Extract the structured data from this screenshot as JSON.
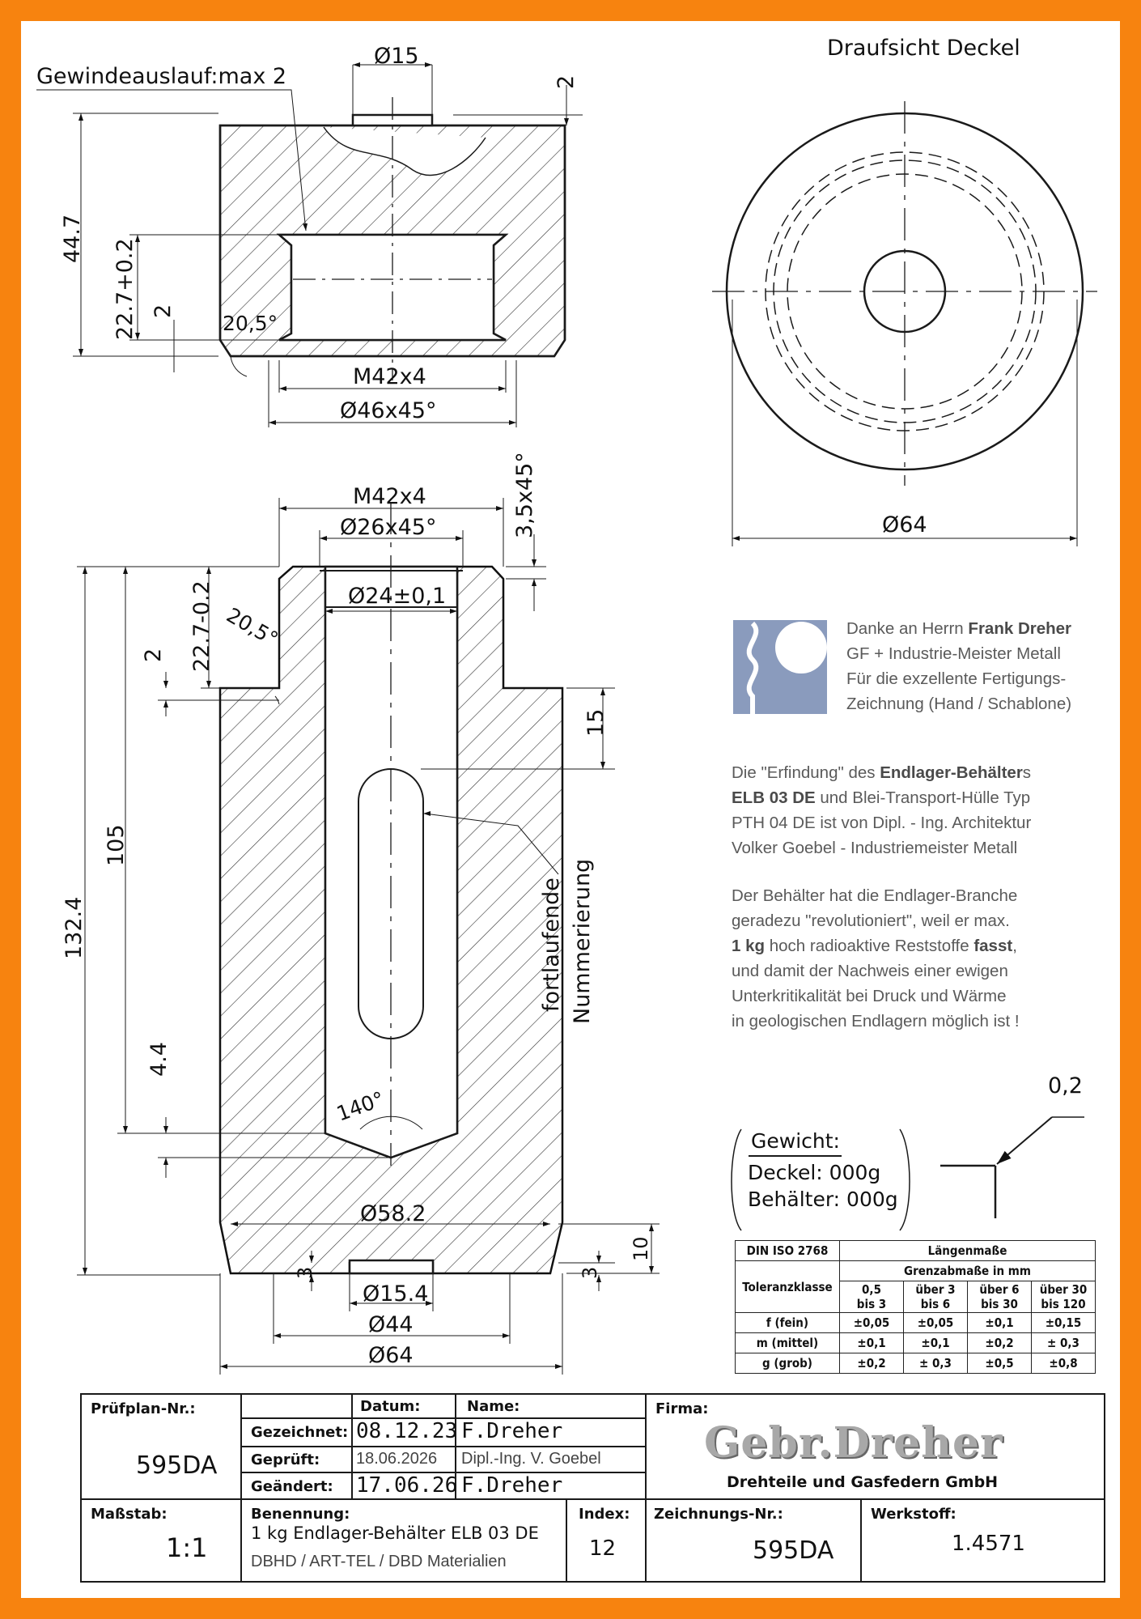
{
  "colors": {
    "frame": "#f7830f",
    "logo": "#8a9bbd",
    "line": "#1a1a1a"
  },
  "drawing": {
    "lid_dims": {
      "thread_runout": "Gewindeauslauf:max 2",
      "d15": "Ø15",
      "two_top": "2",
      "h447": "44.7",
      "h227p": "22.7+0.2",
      "two_left": "2",
      "angle205": "20,5°",
      "m42": "M42x4",
      "d46": "Ø46x45°"
    },
    "top_view": {
      "title": "Draufsicht Deckel",
      "d64": "Ø64"
    },
    "body_dims": {
      "m42": "M42x4",
      "d26": "Ø26x45°",
      "chamfer": "3,5x45°",
      "d24": "Ø24±0,1",
      "h227m": "22.7-0.2",
      "angle205": "20,5°",
      "two": "2",
      "fifteen": "15",
      "h105": "105",
      "h1324": "132.4",
      "h44": "4.4",
      "angle140": "140°",
      "numbering_1": "fortlaufende",
      "numbering_2": "Nummerierung",
      "d582": "Ø58.2",
      "three_left": "3",
      "three_right": "3",
      "ten": "10",
      "d154": "Ø15.4",
      "d44": "Ø44",
      "d64": "Ø64"
    },
    "surface": "0,2"
  },
  "thanks": {
    "line1_pre": "Danke an Herrn ",
    "line1_name": "Frank Dreher",
    "line2": "GF + Industrie-Meister Metall",
    "line3": "Für die exzellente Fertigungs-",
    "line4": "Zeichnung (Hand / Schablone)"
  },
  "invention": {
    "l1_pre": "Die \"Erfindung\" des ",
    "l1_bold": "Endlager-Behälter",
    "l1_post": "s",
    "l2_bold": "ELB 03 DE",
    "l2_post": " und Blei-Transport-Hülle Typ",
    "l3": "PTH 04 DE ist von Dipl. - Ing. Architektur",
    "l4": "Volker Goebel -  Industriemeister Metall"
  },
  "revolution": {
    "l1": "Der Behälter hat die Endlager-Branche",
    "l2": "geradezu \"revolutioniert\", weil er max.",
    "l3_bold": "1 kg",
    "l3_mid": " hoch radioaktive Reststoffe ",
    "l3_bold2": "fasst",
    ",": ",",
    "l4": "und damit der Nachweis einer ewigen",
    "l5": "Unterkritikalität bei Druck und Wärme",
    "l6": "in geologischen Endlagern möglich ist !"
  },
  "weight": {
    "title": "Gewicht:",
    "lid": "Deckel: 000g",
    "body": "Behälter: 000g"
  },
  "tolerance": {
    "std": "DIN ISO 2768",
    "group": "Längenmaße",
    "sub": "Grenzabmaße in mm",
    "class": "Toleranzklasse",
    "cols": [
      "0,5\nbis 3",
      "über 3\nbis 6",
      "über 6\nbis 30",
      "über 30\nbis 120"
    ],
    "rows": [
      {
        "name": "f (fein)",
        "vals": [
          "±0,05",
          "±0,05",
          "±0,1",
          "±0,15"
        ]
      },
      {
        "name": "m (mittel)",
        "vals": [
          "±0,1",
          "±0,1",
          "±0,2",
          "± 0,3"
        ]
      },
      {
        "name": "g (grob)",
        "vals": [
          "±0,2",
          "± 0,3",
          "±0,5",
          "±0,8"
        ]
      }
    ]
  },
  "titleblock": {
    "pruefplan_lbl": "Prüfplan-Nr.:",
    "pruefplan": "595DA",
    "datum_lbl": "Datum:",
    "name_lbl": "Name:",
    "gez_lbl": "Gezeichnet:",
    "gez_date": "08.12.23",
    "gez_name": "F.Dreher",
    "gepr_lbl": "Geprüft:",
    "gepr_date": "18.06.2026",
    "gepr_name": "Dipl.-Ing. V. Goebel",
    "geaend_lbl": "Geändert:",
    "geaend_date": "17.06.26",
    "geaend_name": "F.Dreher",
    "firma_lbl": "Firma:",
    "firma_logo": "Gebr.Dreher",
    "firma_sub": "Drehteile und Gasfedern GmbH",
    "massstab_lbl": "Maßstab:",
    "massstab": "1:1",
    "ben_lbl": "Benennung:",
    "ben": "1 kg Endlager-Behälter ELB 03 DE",
    "ben_sub": "DBHD / ART-TEL / DBD   Materialien",
    "index_lbl": "Index:",
    "index": "12",
    "znr_lbl": "Zeichnungs-Nr.:",
    "znr": "595DA",
    "werk_lbl": "Werkstoff:",
    "werk": "1.4571"
  }
}
